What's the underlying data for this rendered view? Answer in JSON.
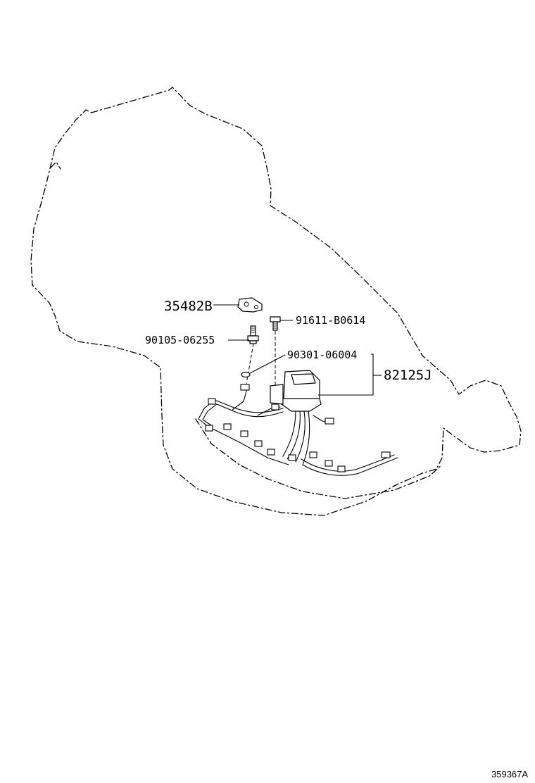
{
  "diagram": {
    "parts": {
      "bracket": "35482B",
      "bolt_small": "90105-06255",
      "bolt_flange": "91611-B0614",
      "o_ring": "90301-06004",
      "wire_harness": "82125J"
    },
    "reference_code": "359367A"
  }
}
